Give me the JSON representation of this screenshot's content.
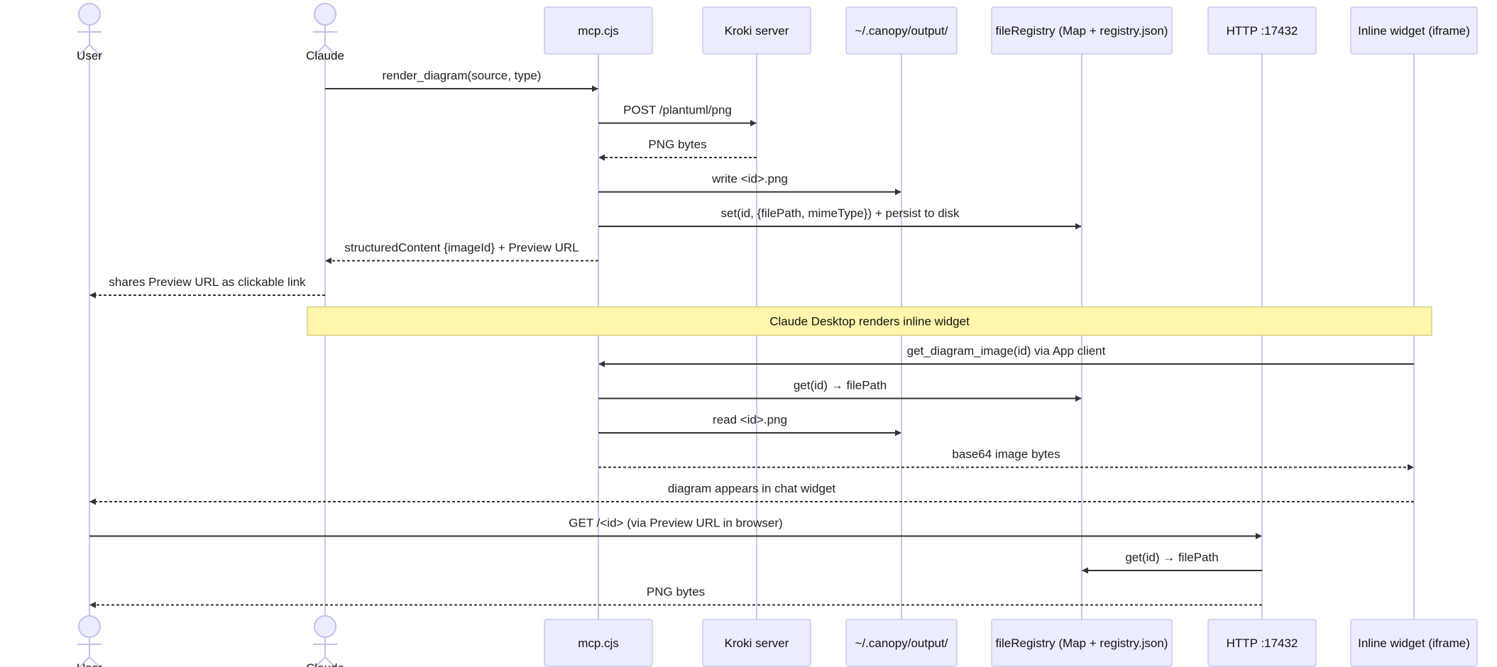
{
  "participants": [
    {
      "id": "user",
      "label": "User",
      "kind": "actor"
    },
    {
      "id": "claude",
      "label": "Claude",
      "kind": "actor"
    },
    {
      "id": "mcp",
      "label": "mcp.cjs",
      "kind": "box"
    },
    {
      "id": "kroki",
      "label": "Kroki server",
      "kind": "box"
    },
    {
      "id": "output",
      "label": "~/.canopy/output/",
      "kind": "box"
    },
    {
      "id": "registry",
      "label": "fileRegistry (Map + registry.json)",
      "kind": "box"
    },
    {
      "id": "http",
      "label": "HTTP :17432",
      "kind": "box"
    },
    {
      "id": "widget",
      "label": "Inline widget (iframe)",
      "kind": "box"
    }
  ],
  "messages": [
    {
      "from": "claude",
      "to": "mcp",
      "label": "render_diagram(source, type)",
      "style": "solid"
    },
    {
      "from": "mcp",
      "to": "kroki",
      "label": "POST /plantuml/png",
      "style": "solid"
    },
    {
      "from": "kroki",
      "to": "mcp",
      "label": "PNG bytes",
      "style": "dashed"
    },
    {
      "from": "mcp",
      "to": "output",
      "label": "write <id>.png",
      "style": "solid"
    },
    {
      "from": "mcp",
      "to": "registry",
      "label": "set(id, {filePath, mimeType}) + persist to disk",
      "style": "solid"
    },
    {
      "from": "mcp",
      "to": "claude",
      "label": "structuredContent {imageId} + Preview URL",
      "style": "dashed"
    },
    {
      "from": "claude",
      "to": "user",
      "label": "shares Preview URL as clickable link",
      "style": "dashed"
    },
    {
      "note": true,
      "from": "claude",
      "to": "widget",
      "label": "Claude Desktop renders inline widget"
    },
    {
      "from": "widget",
      "to": "mcp",
      "label": "get_diagram_image(id) via App client",
      "style": "solid"
    },
    {
      "from": "mcp",
      "to": "registry",
      "label": "get(id) → filePath",
      "style": "solid"
    },
    {
      "from": "mcp",
      "to": "output",
      "label": "read <id>.png",
      "style": "solid"
    },
    {
      "from": "mcp",
      "to": "widget",
      "label": "base64 image bytes",
      "style": "dashed"
    },
    {
      "from": "widget",
      "to": "user",
      "label": "diagram appears in chat widget",
      "style": "dashed"
    },
    {
      "from": "user",
      "to": "http",
      "label": "GET /<id> (via Preview URL in browser)",
      "style": "solid"
    },
    {
      "from": "http",
      "to": "registry",
      "label": "get(id) → filePath",
      "style": "solid"
    },
    {
      "from": "http",
      "to": "user",
      "label": "PNG bytes",
      "style": "dashed"
    }
  ],
  "colors": {
    "participant_fill": "#ececff",
    "participant_border": "#c9c9f0",
    "lifeline": "#c8c8f0",
    "arrow": "#333333",
    "note_fill": "#fff5ad",
    "note_border": "#d4c674"
  }
}
